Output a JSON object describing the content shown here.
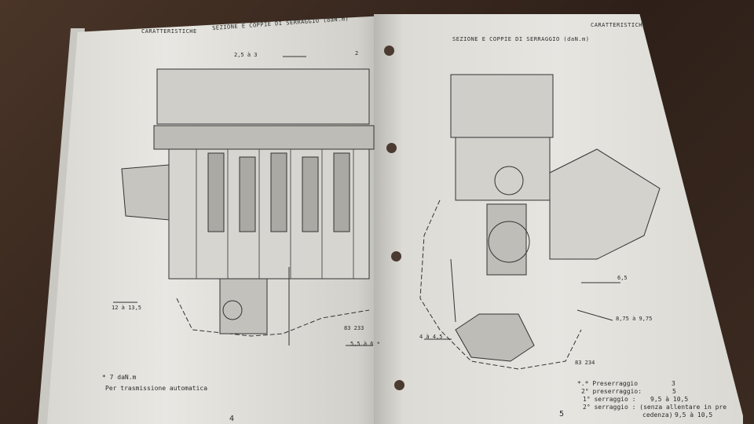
{
  "left_page": {
    "header_left": "CARATTERISTICHE",
    "title": "SEZIONE E COPPIE DI SERRAGGIO (daN.m)",
    "top_label_a": "2,5 à 3",
    "top_label_b": "2",
    "callout_bottom_left": "12 à 13,5",
    "ref_number": "83 233",
    "callout_bottom_right": "5,5 à 6 *",
    "footnote": "* 7 daN.m",
    "footnote_2": "Per trasmissione automatica",
    "page_number": "4"
  },
  "right_page": {
    "header_right": "CARATTERISTICHE",
    "title": "SEZIONE E COPPIE DI SERRAGGIO (daN.m)",
    "callout_1": "6,5",
    "callout_2": "8,75 à 9,75",
    "callout_3": "4 à 4,5",
    "ref_number": "83 234",
    "legend": [
      {
        "label": "*.* Preserraggio",
        "value": "3"
      },
      {
        "label": "2° preserraggio:",
        "value": "5"
      },
      {
        "label": "1° serraggio :",
        "value": "9,5 à 10,5"
      },
      {
        "label": "2° serraggio : (senza allentare in pre",
        "value": ""
      },
      {
        "label": "cedenza)",
        "value": "9,5 à 10,5"
      }
    ],
    "page_number": "5"
  }
}
